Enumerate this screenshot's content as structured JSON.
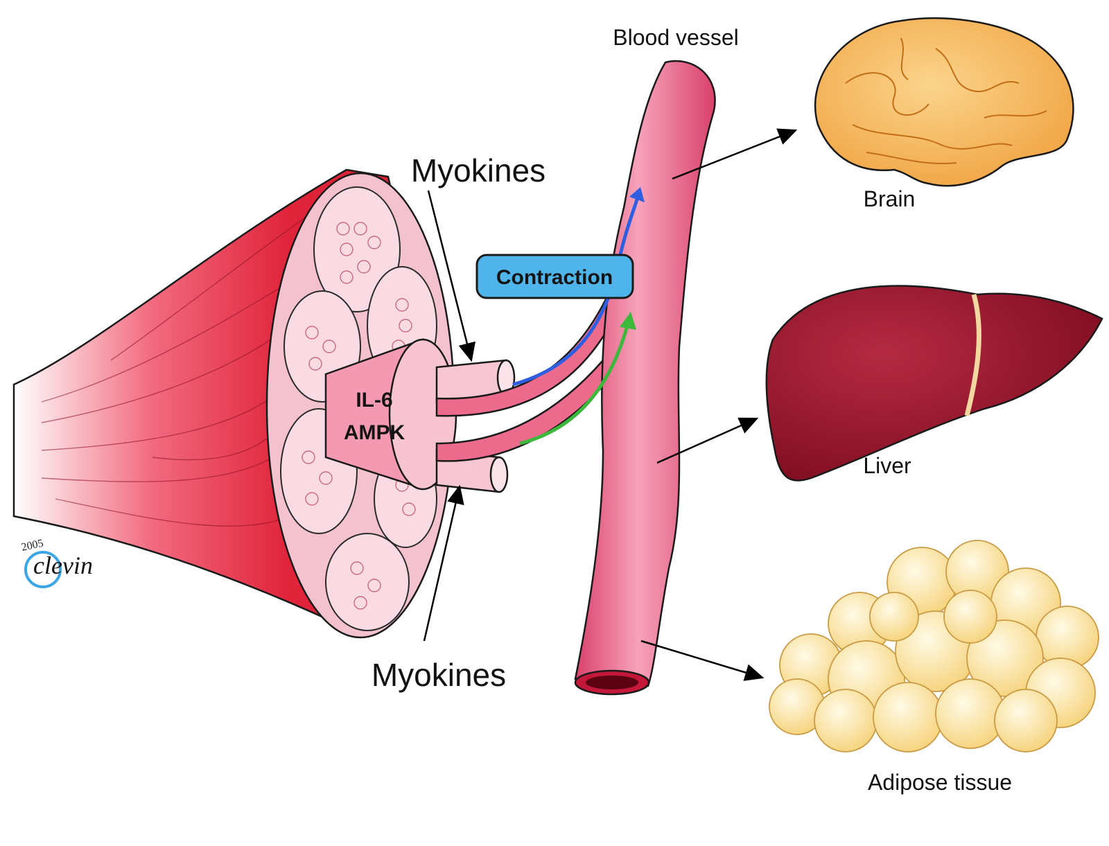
{
  "labels": {
    "blood_vessel": "Blood vessel",
    "brain": "Brain",
    "liver": "Liver",
    "adipose": "Adipose tissue",
    "myokines_top": "Myokines",
    "myokines_bottom": "Myokines",
    "contraction": "Contraction",
    "il6": "IL-6",
    "ampk": "AMPK",
    "signature": "clevin",
    "signature_year": "2005"
  },
  "colors": {
    "muscle": "#e0243a",
    "muscle_light": "#f7b8c6",
    "fiber": "#f4c2cf",
    "vessel": "#ec5f86",
    "brain": "#f4b25a",
    "liver": "#8f1024",
    "adipose": "#fbe29f",
    "contraction_box": "#4fb4ea",
    "blue_arrow": "#2f5fe0",
    "green_arrow": "#3db83d"
  }
}
